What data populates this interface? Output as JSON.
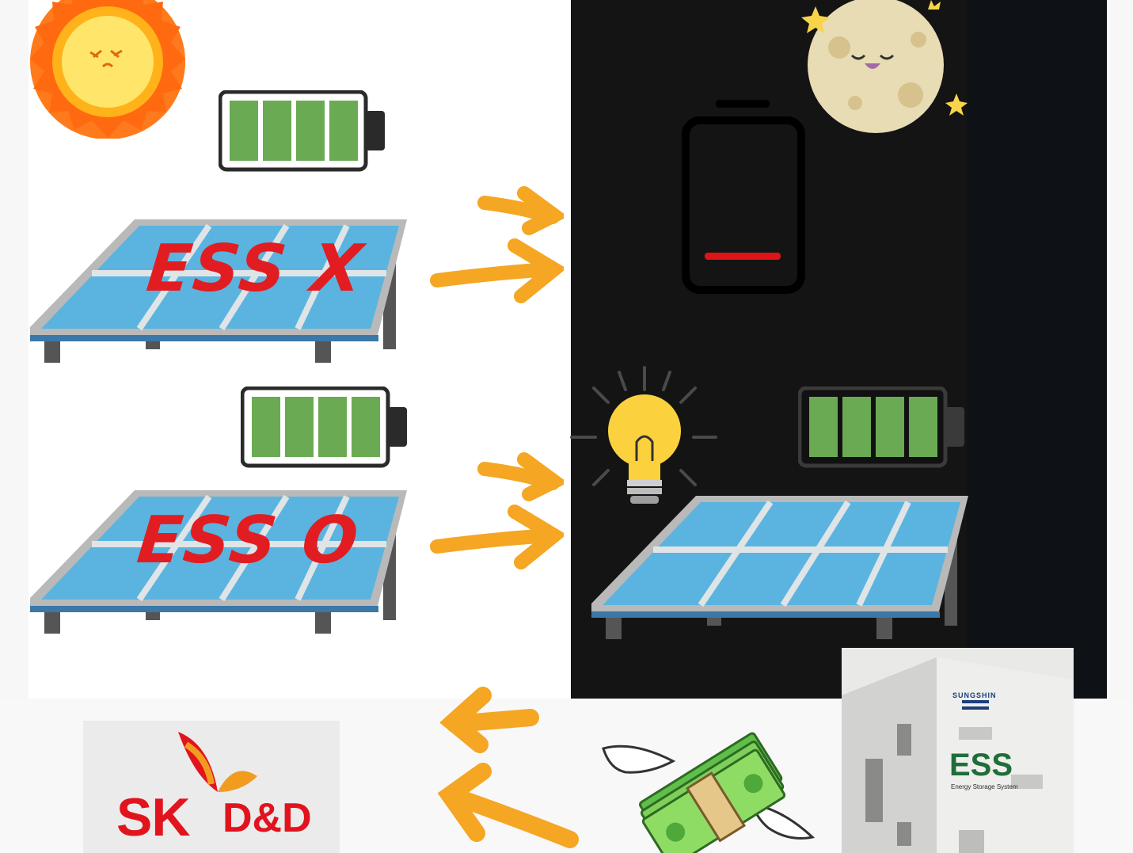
{
  "panels": {
    "top_panel_label": "ESS X",
    "bottom_panel_label": "ESS O"
  },
  "logo": {
    "sk": "SK",
    "dd": "D&D"
  },
  "building": {
    "brand": "SUNGSHIN",
    "sign": "ESS",
    "sign_sub": "Energy Storage System"
  },
  "colors": {
    "battery_green": "#6aaa53",
    "arrow_orange": "#f5a623",
    "ess_red": "#e11d22",
    "panel_blue": "#5ab4df"
  },
  "icons": [
    "sun-icon",
    "moon-icon",
    "battery-full-icon",
    "battery-empty-icon",
    "solar-panel-icon",
    "arrow-right-icon",
    "arrow-left-icon",
    "lightbulb-icon",
    "money-wings-icon",
    "building-photo"
  ]
}
